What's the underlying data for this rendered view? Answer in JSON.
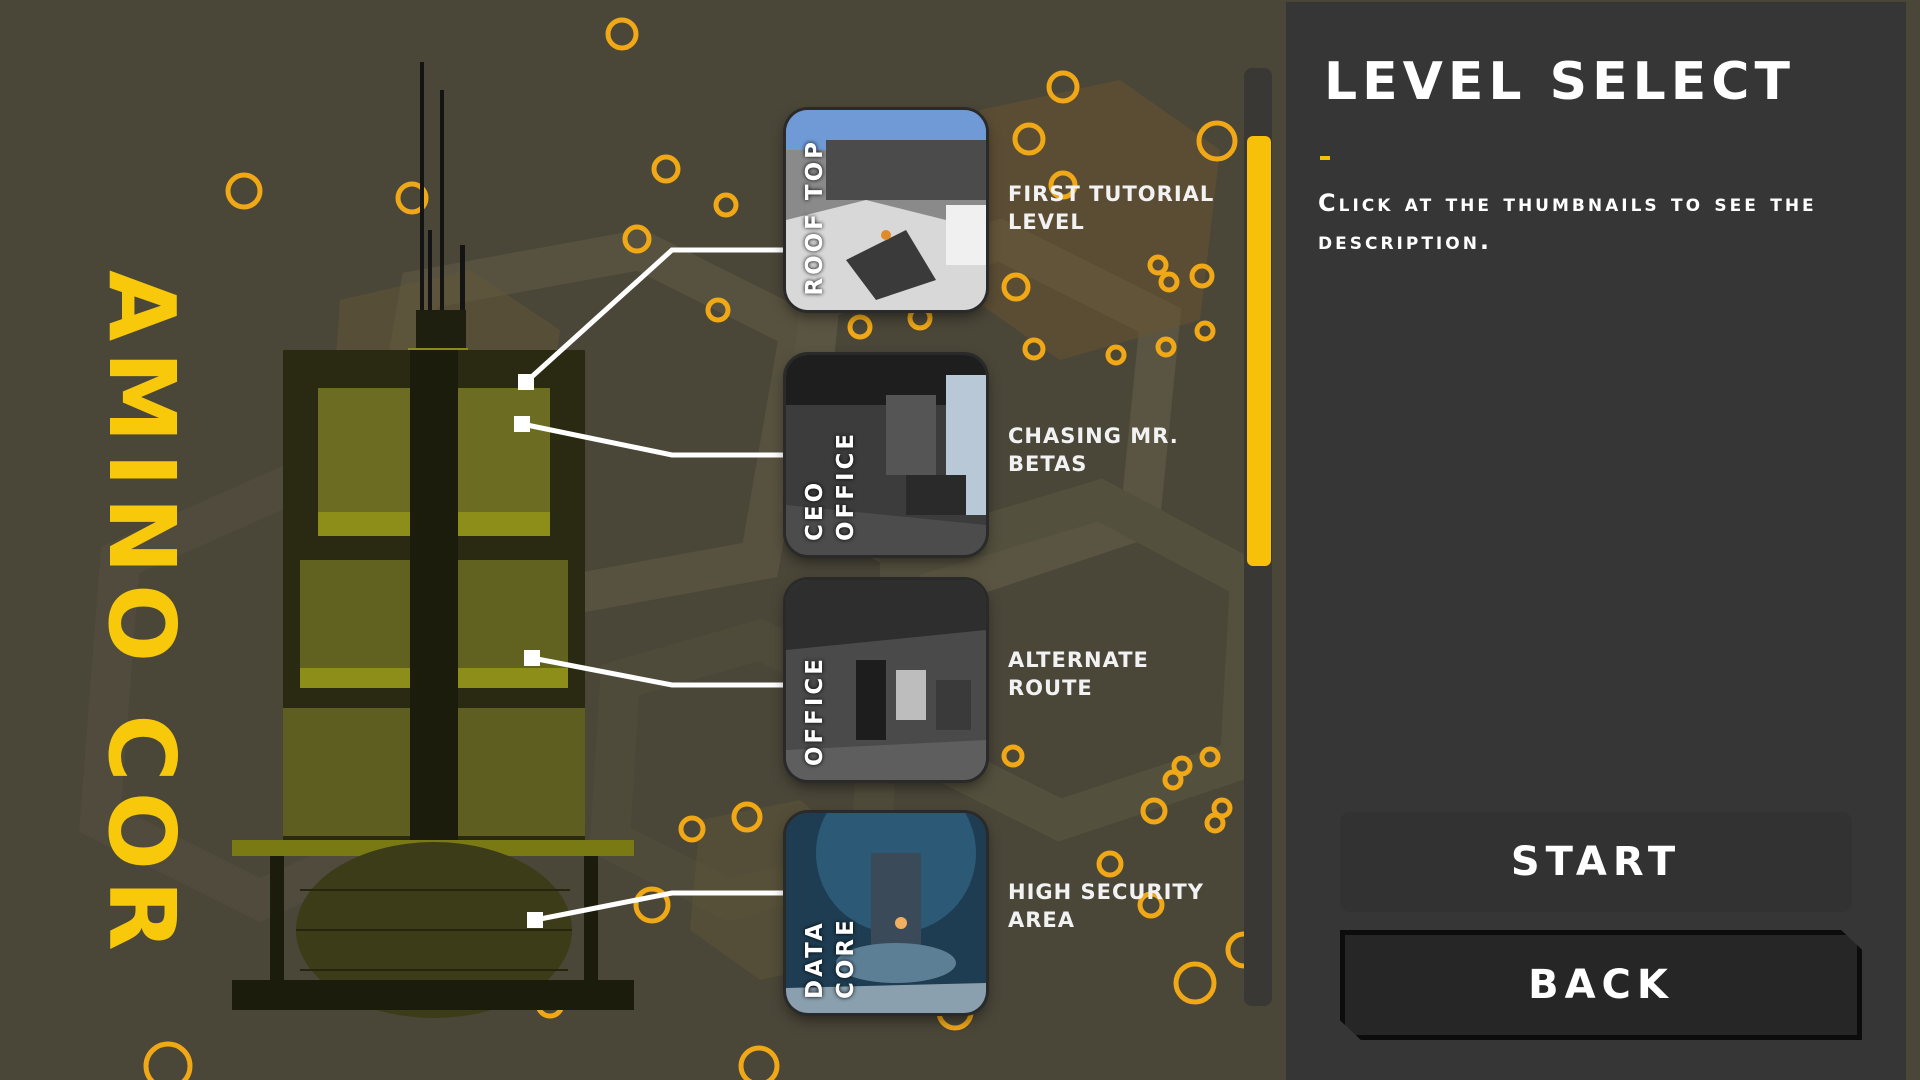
{
  "background": {
    "company_name": "AMINO COR",
    "building": "tower-illustration"
  },
  "levels": [
    {
      "name": "ROOF TOP",
      "description": "FIRST TUTORIAL LEVEL",
      "scene": "rooftop"
    },
    {
      "name": "CEO OFFICE",
      "description": "CHASING MR. BETAS",
      "scene": "office-interior"
    },
    {
      "name": "OFFICE",
      "description": "ALTERNATE ROUTE",
      "scene": "office-floor"
    },
    {
      "name": "DATA CORE",
      "description": "HIGH SECURITY AREA",
      "scene": "data-core"
    }
  ],
  "scrollbar": {
    "position": 0.0,
    "visible_fraction": 0.45
  },
  "panel": {
    "title": "LEVEL SELECT",
    "hint": "Click at the thumbnails to see the description.",
    "start_label": "START",
    "back_label": "BACK"
  },
  "colors": {
    "accent": "#f7c10a",
    "background": "#4a4638",
    "panel": "#363636"
  }
}
